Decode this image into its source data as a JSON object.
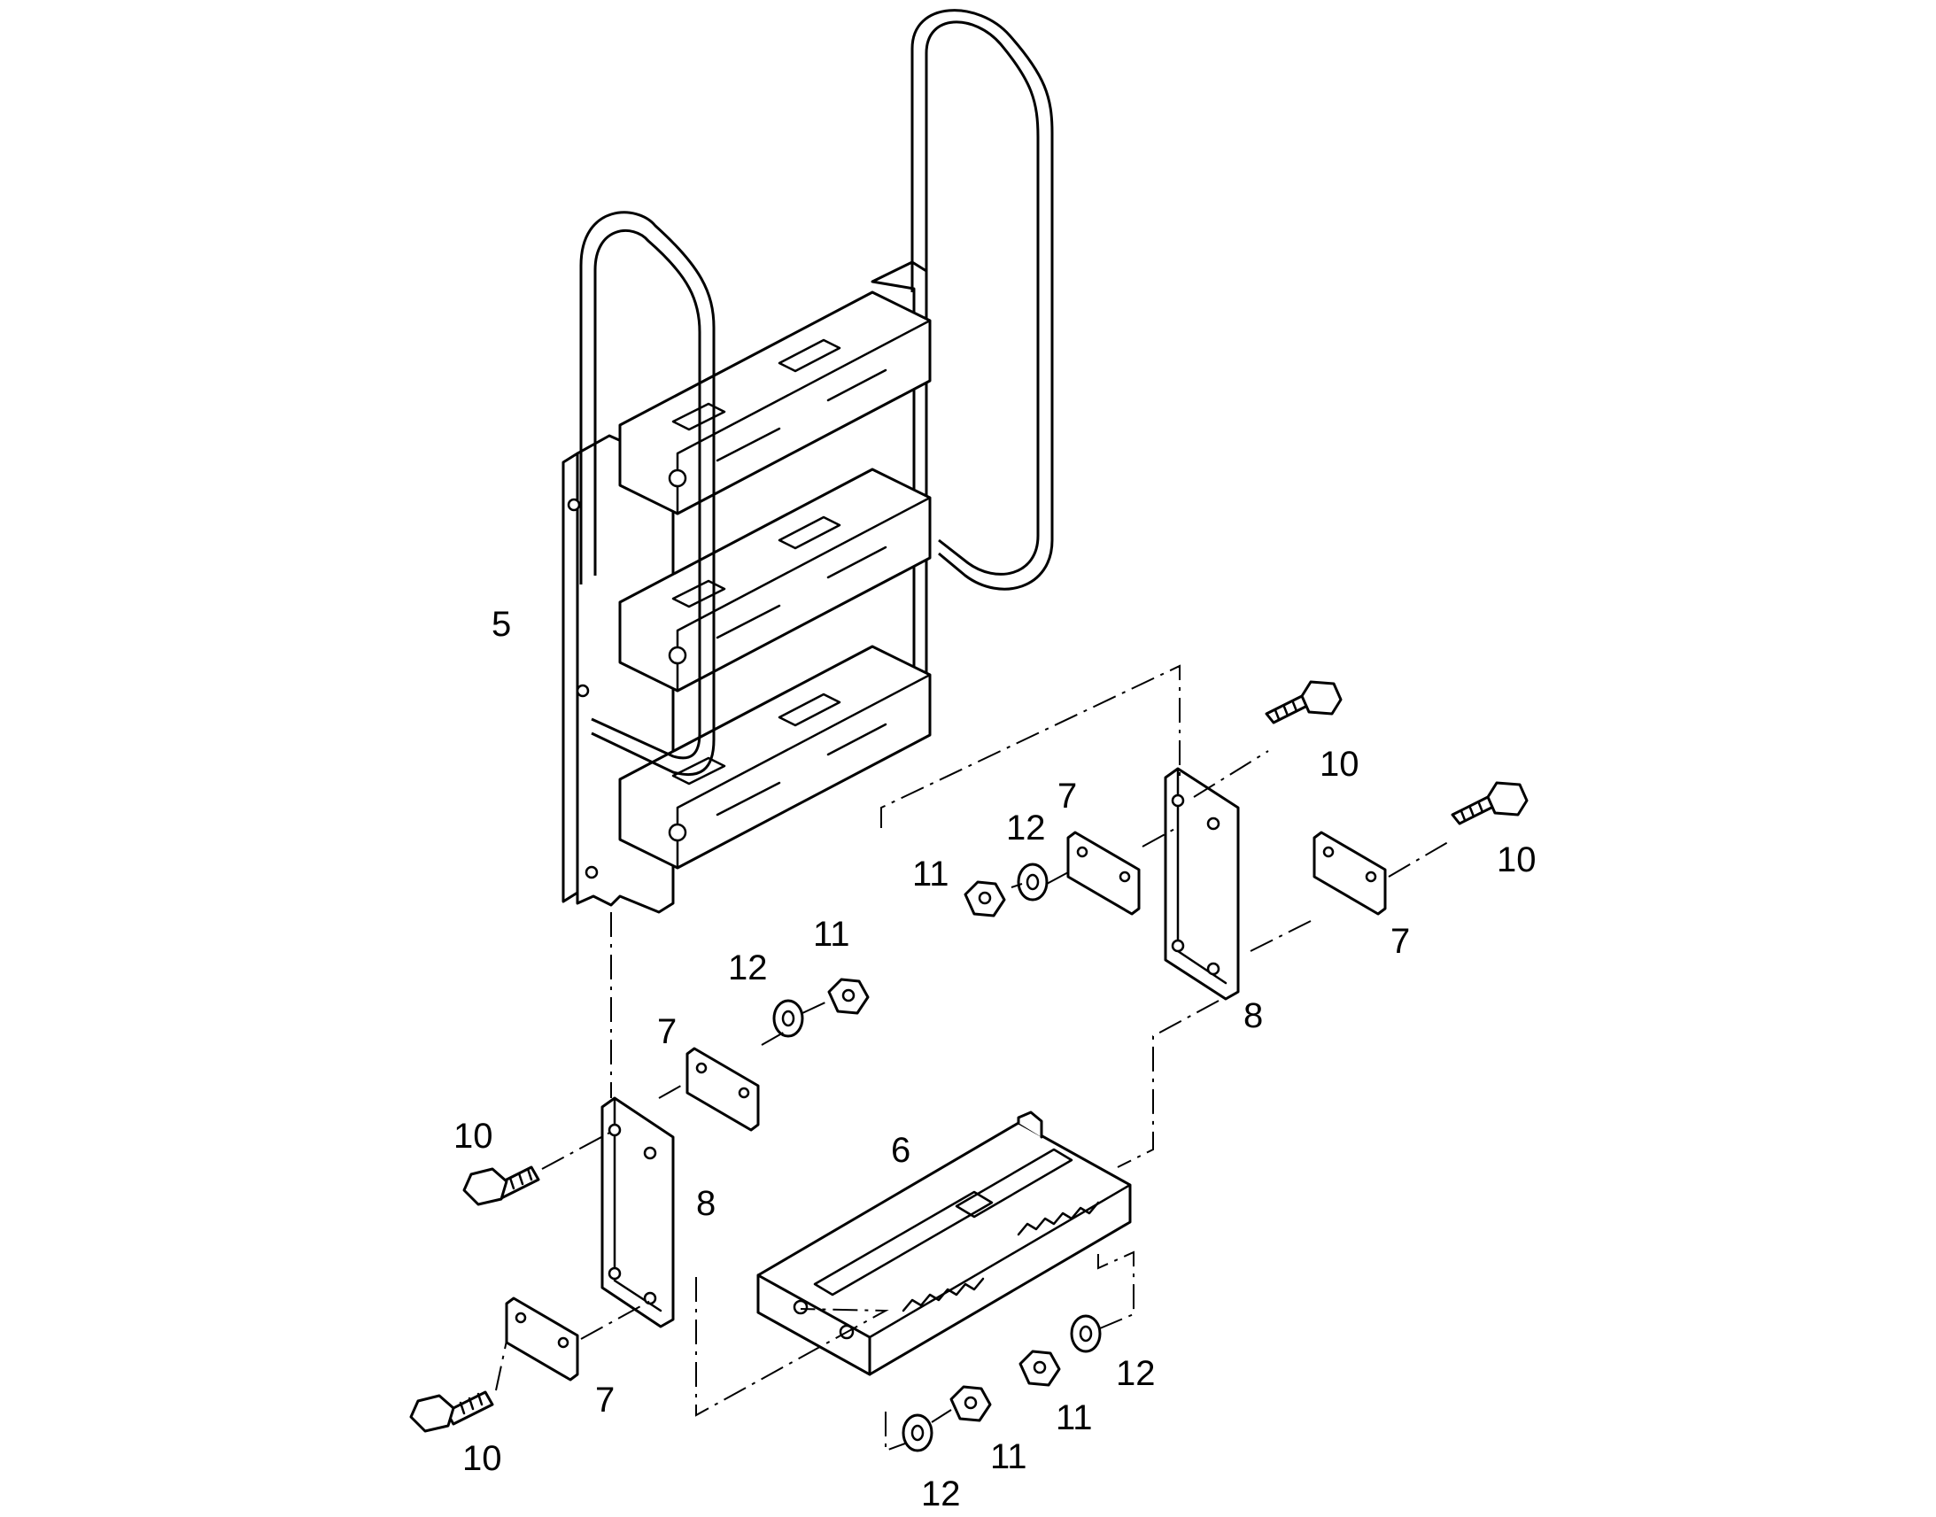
{
  "callouts": {
    "ladder": "5",
    "bottom_step": "6",
    "plate_a": "7",
    "plate_b": "7",
    "plate_c": "7",
    "plate_d": "7",
    "bracket_right": "8",
    "bracket_left": "8",
    "bolt_a": "10",
    "bolt_b": "10",
    "bolt_c": "10",
    "bolt_d": "10",
    "nut_a": "11",
    "nut_b": "11",
    "nut_c": "11",
    "nut_d": "11",
    "washer_a": "12",
    "washer_b": "12",
    "washer_c": "12",
    "washer_d": "12"
  },
  "colors": {
    "line": "#000000",
    "background": "#ffffff"
  }
}
